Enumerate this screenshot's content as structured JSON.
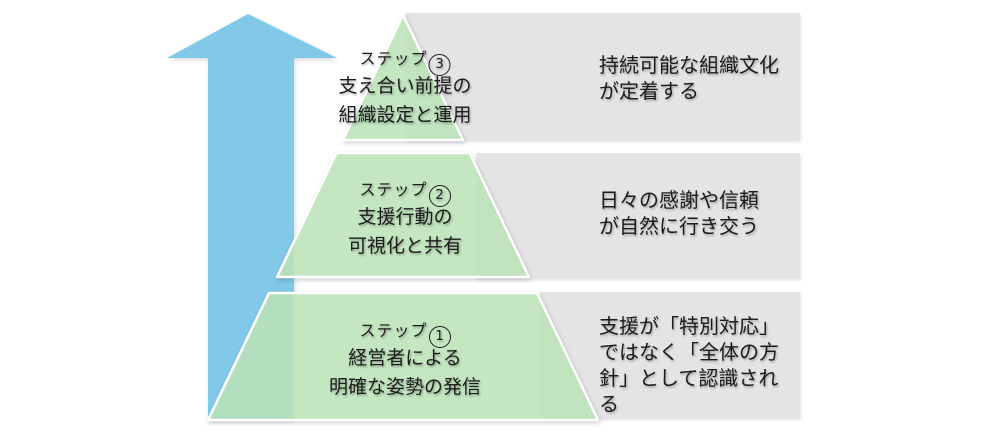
{
  "colors": {
    "arrow_blue": "#82c8e8",
    "pyramid_green": "#c9ebc6",
    "outcome_box_gray": "#e4e4e4",
    "text": "#1c1c1c",
    "background": "#ffffff"
  },
  "levels": [
    {
      "step_prefix": "ステップ",
      "step_number": "3",
      "label": "支え合い前提の\n組織設定と運用",
      "outcome": "持続可能な組織文化\nが定着する"
    },
    {
      "step_prefix": "ステップ",
      "step_number": "2",
      "label": "支援行動の\n可視化と共有",
      "outcome": "日々の感謝や信頼\nが自然に行き交う"
    },
    {
      "step_prefix": "ステップ",
      "step_number": "1",
      "label": "経営者による\n明確な姿勢の発信",
      "outcome": "支援が「特別対応」\nではなく「全体の方\n針」として認識され\nる"
    }
  ]
}
